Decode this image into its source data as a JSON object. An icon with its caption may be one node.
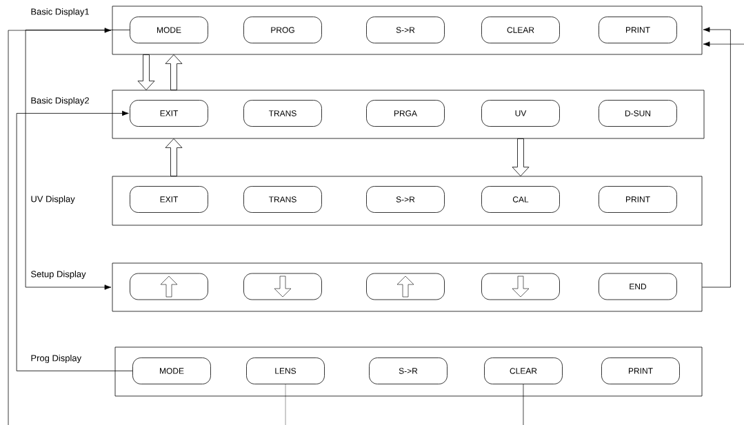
{
  "diagram": {
    "nodes": [
      {
        "text": [
          "Basic Display1"
        ]
      },
      {
        "text": [
          "MODE"
        ],
        "in": 0
      },
      {
        "text": [
          "PROG"
        ],
        "in": 0
      },
      {
        "text": [
          "S->R"
        ],
        "in": 0
      },
      {
        "text": [
          "CLEAR"
        ],
        "in": 0
      },
      {
        "text": [
          "PRINT"
        ],
        "in": 0
      },
      {
        "text": [
          "Basic Display2"
        ]
      },
      {
        "text": [
          "EXIT"
        ],
        "in": 6
      },
      {
        "text": [
          "TRANS"
        ],
        "in": 6
      },
      {
        "text": [
          "PRGA"
        ],
        "in": 6
      },
      {
        "text": [
          "UV"
        ],
        "in": 6
      },
      {
        "text": [
          "D-SUN"
        ],
        "in": 6
      },
      {
        "text": [
          "UV Display"
        ]
      },
      {
        "text": [
          "EXIT"
        ],
        "in": 12
      },
      {
        "text": [
          "TRANS"
        ],
        "in": 12
      },
      {
        "text": [
          "S->R"
        ],
        "in": 12
      },
      {
        "text": [
          "CAL"
        ],
        "in": 12
      },
      {
        "text": [
          "PRINT"
        ],
        "in": 12
      },
      {
        "text": [
          "Setup Display"
        ]
      },
      {
        "text": [],
        "shape": "box",
        "in": 18
      },
      {
        "text": [],
        "shape": "box",
        "in": 18
      },
      {
        "text": [],
        "shape": "box",
        "in": 18
      },
      {
        "text": [],
        "shape": "box",
        "in": 18
      },
      {
        "text": [
          "END"
        ],
        "in": 18
      },
      {
        "text": [
          "Prog Display"
        ]
      },
      {
        "text": [
          "MODE"
        ],
        "in": 24
      },
      {
        "text": [
          "LENS"
        ],
        "in": 24
      },
      {
        "text": [
          "S->R"
        ],
        "in": 24
      },
      {
        "text": [
          "CLEAR"
        ],
        "in": 24
      },
      {
        "text": [
          "PRINT"
        ],
        "in": 24
      }
    ],
    "edges": [
      {
        "from": null,
        "to": 0,
        "arrow": "to"
      },
      {
        "from": 1,
        "to": 18,
        "arrow": "to"
      },
      {
        "from": 25,
        "to": 7,
        "arrow": "to"
      },
      {
        "from": 18,
        "to": 0,
        "arrow": "to"
      },
      {
        "from": null,
        "to": 0,
        "arrow": "to"
      },
      {
        "from": 26,
        "to": null,
        "arrow": "none"
      },
      {
        "from": 28,
        "to": null,
        "arrow": "none"
      },
      {
        "from": 0,
        "to": 6,
        "arrow": "to",
        "style": "thick"
      },
      {
        "from": 6,
        "to": 0,
        "arrow": "to",
        "style": "thick"
      },
      {
        "from": 12,
        "to": 6,
        "arrow": "to",
        "style": "thick"
      },
      {
        "from": 6,
        "to": 12,
        "arrow": "to",
        "style": "thick"
      }
    ]
  }
}
